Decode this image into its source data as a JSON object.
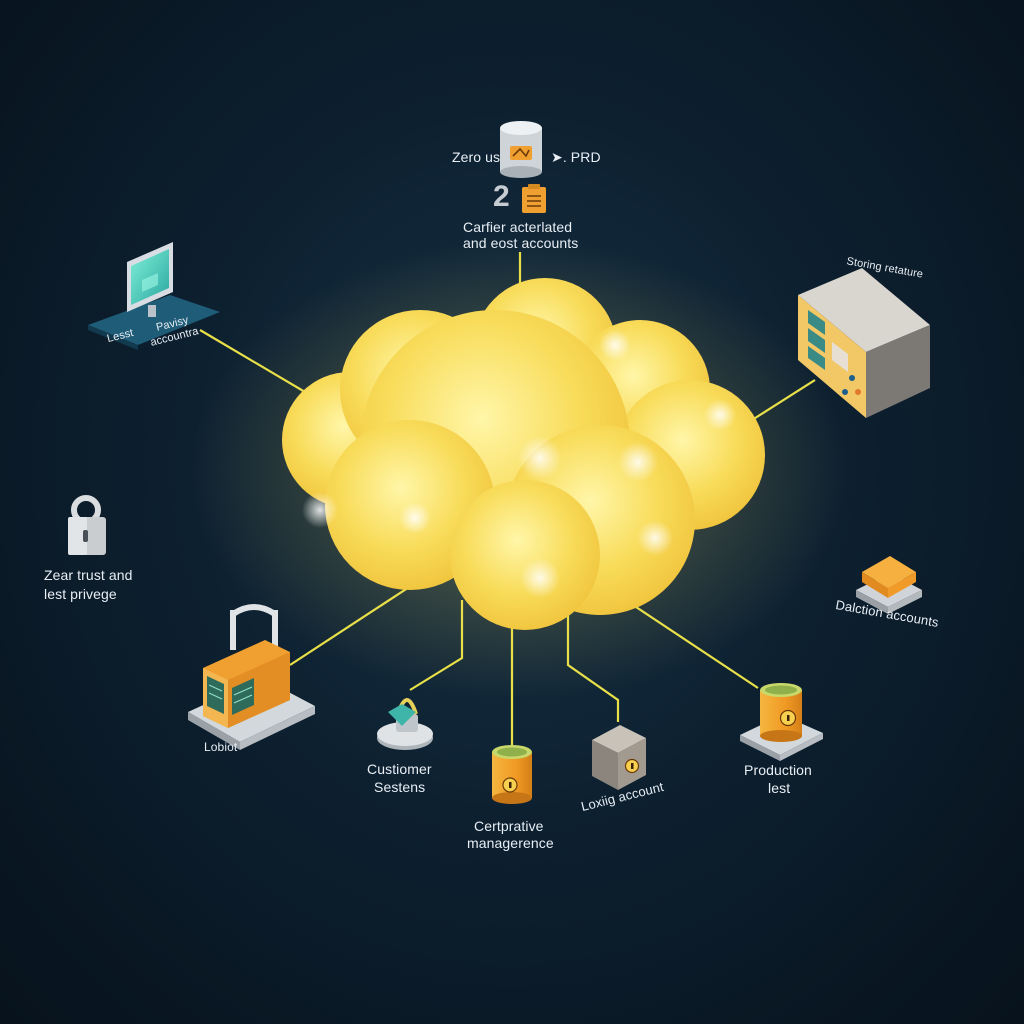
{
  "diagram": {
    "top": {
      "left_text": "Zero us",
      "right_text": "➤. PRD",
      "number": "2",
      "caption_line1": "Carfier acterlated",
      "caption_line2": "and eost accounts"
    },
    "nodes": [
      {
        "id": "screen",
        "line1": "Lesst",
        "line2": "Pavisy",
        "line3": "accountra"
      },
      {
        "id": "server",
        "line1": "Storing retature"
      },
      {
        "id": "lock",
        "line1": "Zear trust and",
        "line2": "lest privege"
      },
      {
        "id": "tray",
        "line1": "Dalction accounts"
      },
      {
        "id": "lobby",
        "line1": "Lobiot"
      },
      {
        "id": "customer",
        "line1": "Custiomer",
        "line2": "Sestens"
      },
      {
        "id": "corporate",
        "line1": "Certprative",
        "line2": "managerence"
      },
      {
        "id": "logging",
        "line1": "Loxiig account"
      },
      {
        "id": "production",
        "line1": "Production",
        "line2": "lest"
      }
    ],
    "colors": {
      "cloud": "#f8dc5a",
      "connector": "#e8e048",
      "orange": "#f0a030",
      "background": "#0d2030"
    }
  }
}
